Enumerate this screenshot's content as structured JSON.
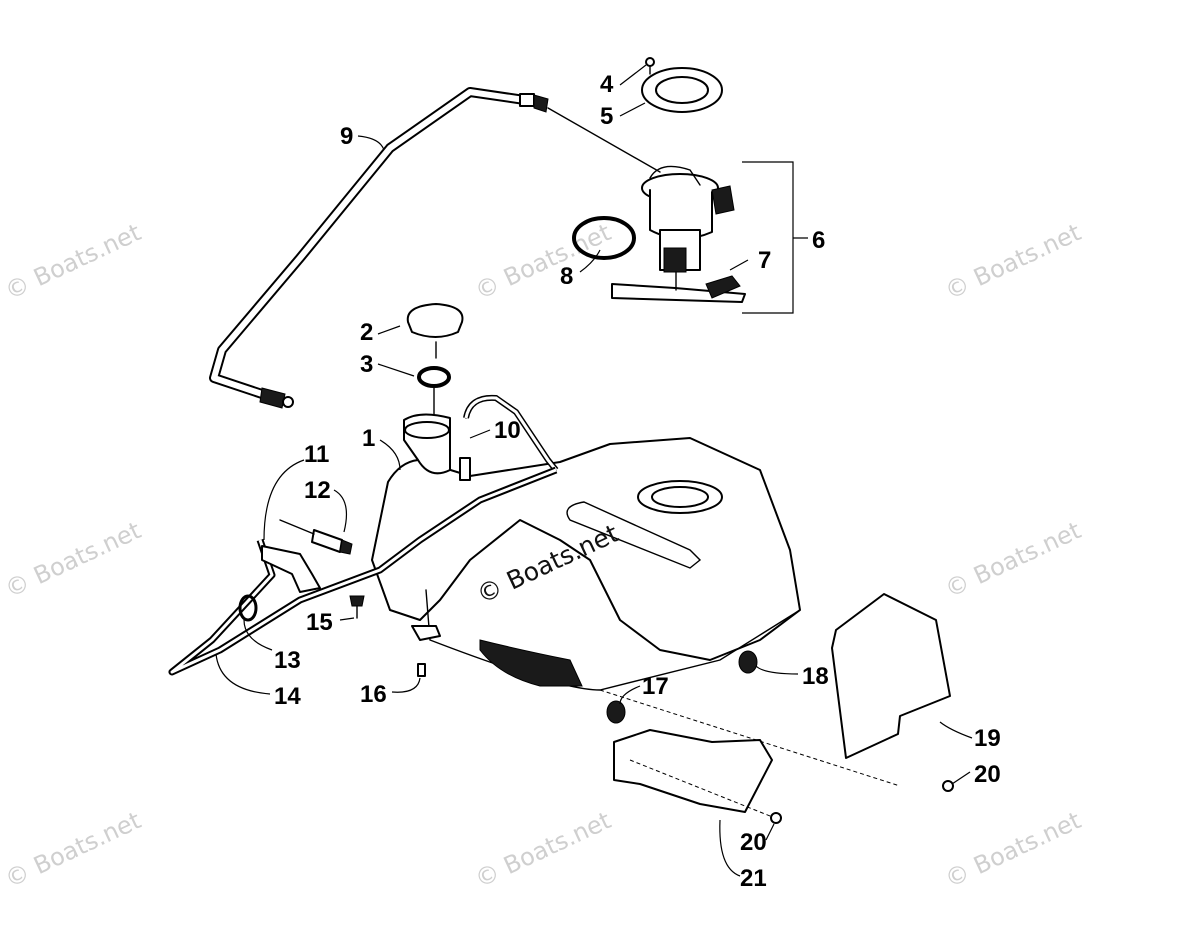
{
  "watermark": "© Boats.net",
  "callouts": [
    "1",
    "2",
    "3",
    "4",
    "5",
    "6",
    "7",
    "8",
    "9",
    "10",
    "11",
    "12",
    "13",
    "14",
    "15",
    "16",
    "17",
    "18",
    "19",
    "20",
    "20",
    "21"
  ]
}
